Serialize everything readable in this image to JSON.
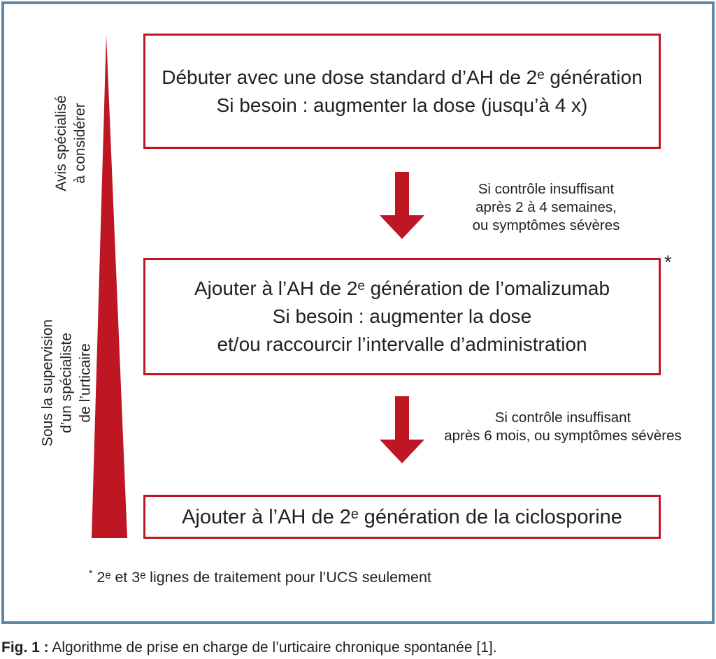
{
  "colors": {
    "red": "#be1622",
    "blue": "#5d89a8",
    "text": "#231f20"
  },
  "side_labels": {
    "top": {
      "lines": [
        "Avis spécialisé",
        "à considérer"
      ]
    },
    "bottom": {
      "lines": [
        "Sous la supervision",
        "d’un spécialiste",
        "de l’urticaire"
      ]
    }
  },
  "boxes": {
    "step1": {
      "lines": [
        "Débuter avec une dose standard d’AH de 2ᵉ génération",
        "Si besoin : augmenter la dose (jusqu’à 4 x)"
      ]
    },
    "step2": {
      "lines": [
        "Ajouter à l’AH de 2ᵉ génération de l’omalizumab",
        "Si besoin : augmenter la dose",
        "et/ou raccourcir l’intervalle d’administration"
      ],
      "asterisk": "*"
    },
    "step3": {
      "lines": [
        "Ajouter à l’AH de 2ᵉ génération de la ciclosporine"
      ]
    }
  },
  "arrows": {
    "arrow1": {
      "label_lines": [
        "Si contrôle insuffisant",
        "après 2 à 4 semaines,",
        "ou symptômes sévères"
      ]
    },
    "arrow2": {
      "label_lines": [
        "Si contrôle insuffisant",
        "après 6 mois, ou symptômes sévères"
      ]
    }
  },
  "footnote": {
    "marker": "*",
    "text": " 2ᵉ et 3ᵉ lignes de traitement pour l’UCS seulement"
  },
  "caption": {
    "label": "Fig. 1 :",
    "text": " Algorithme de prise en charge de l’urticaire chronique spontanée [1]."
  }
}
